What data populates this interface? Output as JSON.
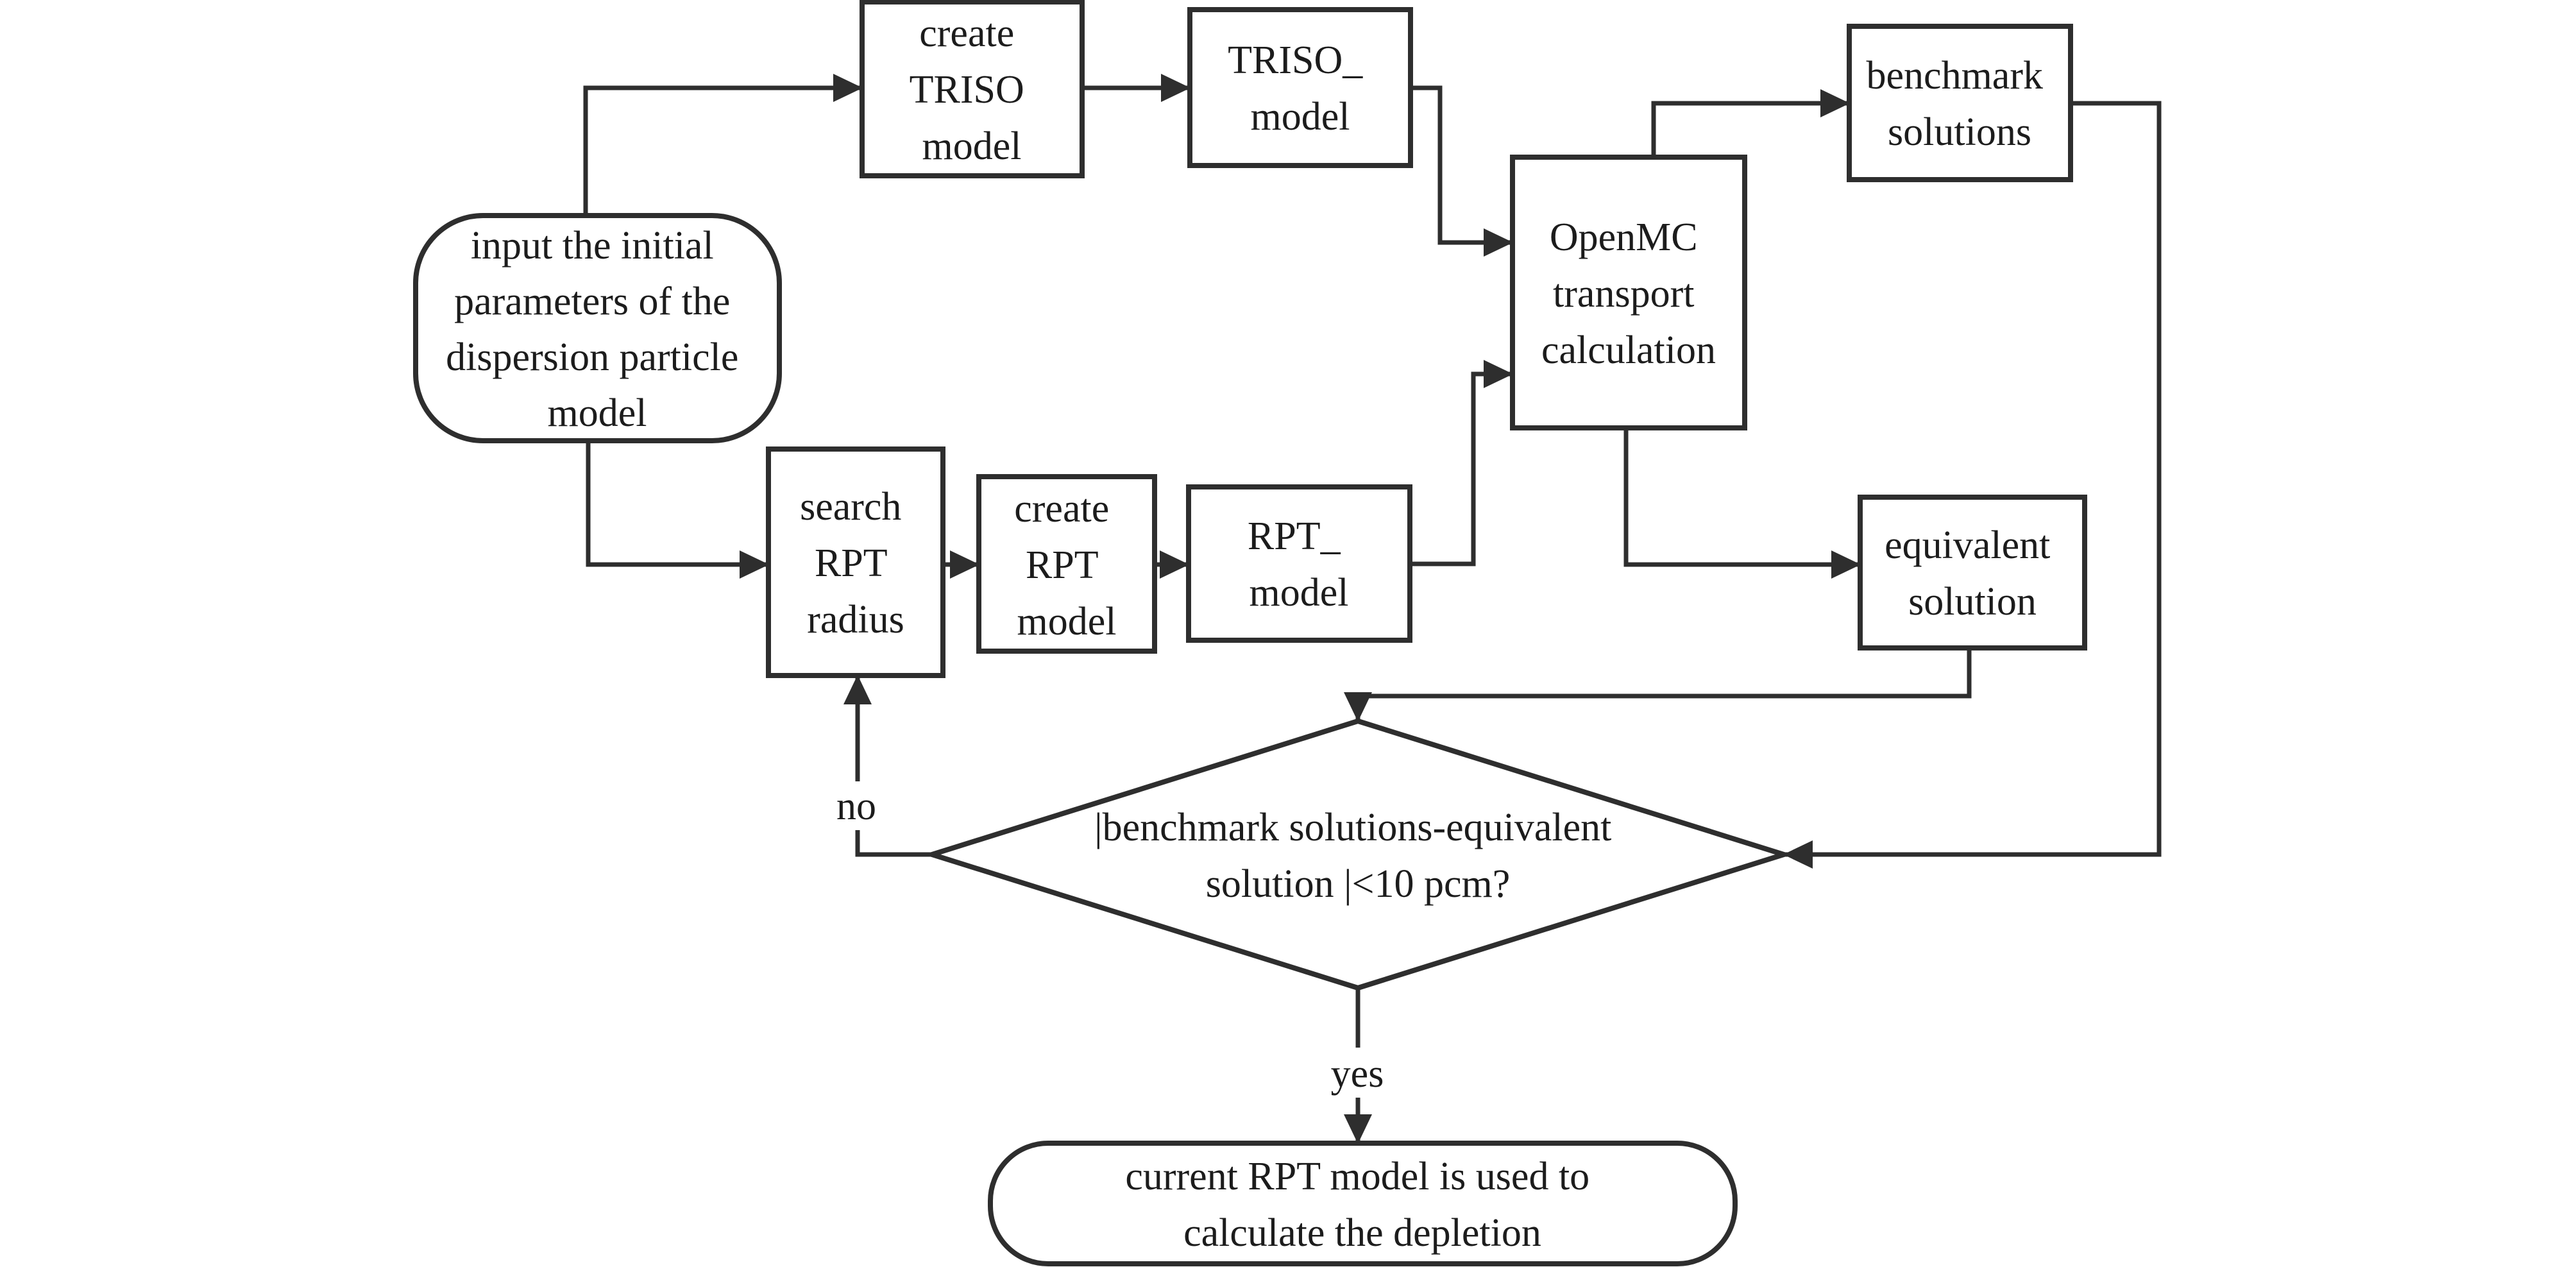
{
  "diagram": {
    "title": "RPT model search flowchart",
    "background": "#ffffff",
    "stroke_color": "#2e2e2e",
    "text_color": "#1c1c1c"
  },
  "nodes": {
    "input_params": {
      "type": "terminator",
      "label": "input the initial parameters of the dispersion particle model",
      "lines": [
        "input the initial",
        "parameters of the",
        "dispersion particle",
        "model"
      ]
    },
    "create_triso": {
      "type": "process",
      "label": "create TRISO model",
      "lines": [
        "create",
        "TRISO",
        "model"
      ]
    },
    "triso_model": {
      "type": "process",
      "label": "TRISO_ model",
      "lines": [
        "TRISO_",
        "model"
      ]
    },
    "openmc": {
      "type": "process",
      "label": "OpenMC transport calculation",
      "lines": [
        "OpenMC",
        "transport",
        "calculation"
      ]
    },
    "benchmark": {
      "type": "process",
      "label": "benchmark solutions",
      "lines": [
        "benchmark",
        "solutions"
      ]
    },
    "search_rpt": {
      "type": "process",
      "label": "search RPT radius",
      "lines": [
        "search",
        "RPT",
        "radius"
      ]
    },
    "create_rpt": {
      "type": "process",
      "label": "create RPT model",
      "lines": [
        "create",
        "RPT",
        "model"
      ]
    },
    "rpt_model": {
      "type": "process",
      "label": "RPT_ model",
      "lines": [
        "RPT_",
        "model"
      ]
    },
    "equivalent": {
      "type": "process",
      "label": "equivalent solution",
      "lines": [
        "equivalent",
        "solution"
      ]
    },
    "decision": {
      "type": "decision",
      "label": "|benchmark solutions-equivalent solution |<10 pcm?",
      "lines": [
        "|benchmark solutions-equivalent",
        "solution |<10 pcm?"
      ]
    },
    "depletion": {
      "type": "terminator",
      "label": "current RPT model is used to calculate the depletion",
      "lines": [
        "current RPT model is used to",
        "calculate the depletion"
      ]
    }
  },
  "edge_labels": {
    "no": "no",
    "yes": "yes"
  }
}
